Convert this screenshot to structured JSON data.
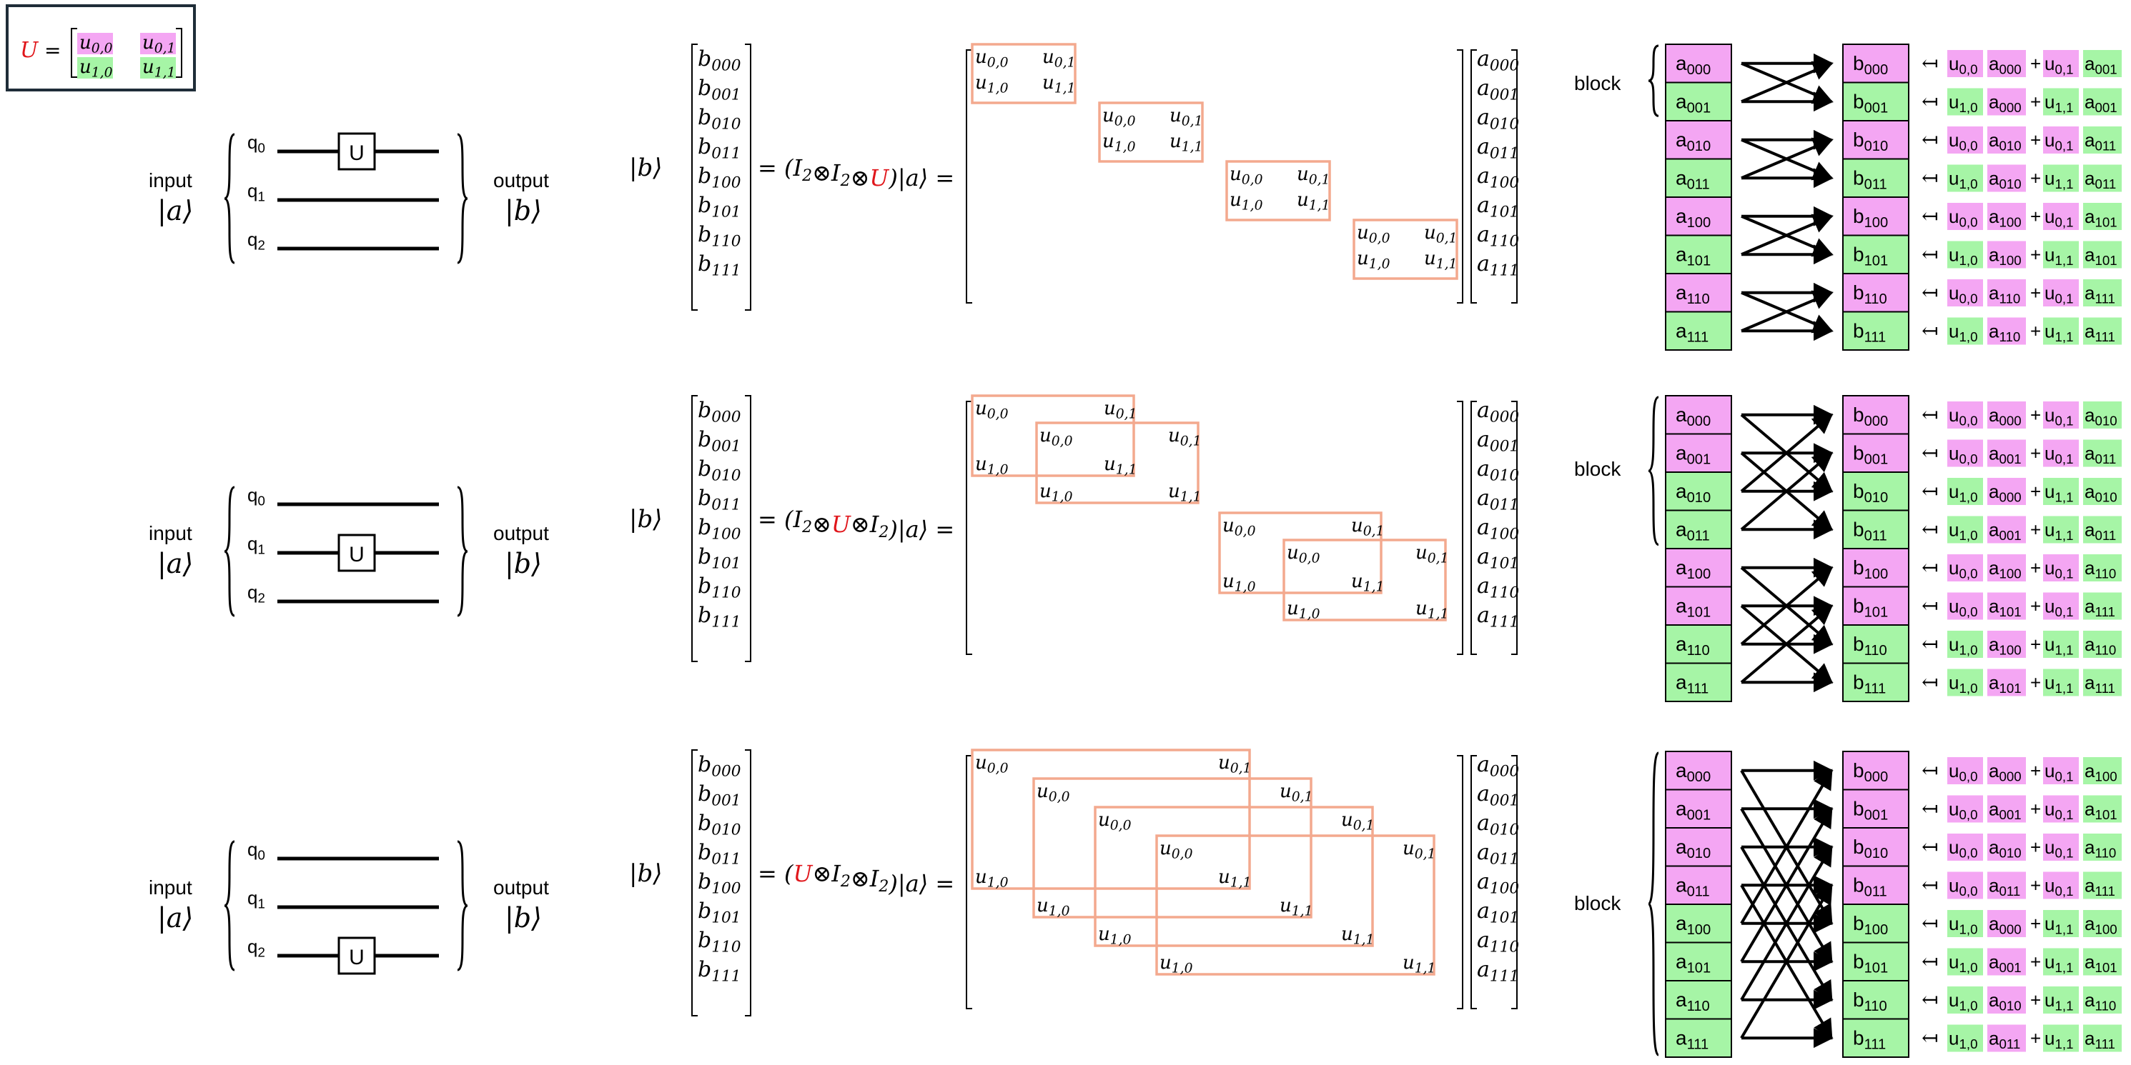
{
  "colors": {
    "magenta": "#f4a6f3",
    "green": "#a6f5a6",
    "box": "#f3a98e",
    "red": "#e0161b",
    "legend_border": "#1f2d38"
  },
  "legend": {
    "lhs": "U",
    "eq": "=",
    "entries": [
      "u0,0",
      "u0,1",
      "u1,0",
      "u1,1"
    ]
  },
  "labels": {
    "input": "input",
    "input_ket": "|a⟩",
    "output": "output",
    "output_ket": "|b⟩",
    "block": "block",
    "gate": "U",
    "arrow": "↤",
    "plus": "+"
  },
  "qubits": [
    "q0",
    "q1",
    "q2"
  ],
  "ket_b": "|b⟩",
  "ket_a": "|a⟩",
  "vec_b": [
    "b000",
    "b001",
    "b010",
    "b011",
    "b100",
    "b101",
    "b110",
    "b111"
  ],
  "vec_a": [
    "a000",
    "a001",
    "a010",
    "a011",
    "a100",
    "a101",
    "a110",
    "a111"
  ],
  "matrix_entries": [
    "u0,0",
    "u0,1",
    "u1,0",
    "u1,1"
  ],
  "rows": [
    {
      "gate_qubit": 0,
      "operator": [
        "I2",
        "⊗",
        "I2",
        "⊗",
        "U"
      ],
      "red_index": 4,
      "formulas": [
        {
          "left": "b000",
          "terms": [
            "u0,0",
            "a000",
            "u0,1",
            "a001"
          ]
        },
        {
          "left": "b001",
          "terms": [
            "u1,0",
            "a000",
            "u1,1",
            "a001"
          ]
        },
        {
          "left": "b010",
          "terms": [
            "u0,0",
            "a010",
            "u0,1",
            "a011"
          ]
        },
        {
          "left": "b011",
          "terms": [
            "u1,0",
            "a010",
            "u1,1",
            "a011"
          ]
        },
        {
          "left": "b100",
          "terms": [
            "u0,0",
            "a100",
            "u0,1",
            "a101"
          ]
        },
        {
          "left": "b101",
          "terms": [
            "u1,0",
            "a100",
            "u1,1",
            "a101"
          ]
        },
        {
          "left": "b110",
          "terms": [
            "u0,0",
            "a110",
            "u0,1",
            "a111"
          ]
        },
        {
          "left": "b111",
          "terms": [
            "u1,0",
            "a110",
            "u1,1",
            "a111"
          ]
        }
      ]
    },
    {
      "gate_qubit": 1,
      "operator": [
        "I2",
        "⊗",
        "U",
        "⊗",
        "I2"
      ],
      "red_index": 2,
      "formulas": [
        {
          "left": "b000",
          "terms": [
            "u0,0",
            "a000",
            "u0,1",
            "a010"
          ]
        },
        {
          "left": "b001",
          "terms": [
            "u0,0",
            "a001",
            "u0,1",
            "a011"
          ]
        },
        {
          "left": "b010",
          "terms": [
            "u1,0",
            "a000",
            "u1,1",
            "a010"
          ]
        },
        {
          "left": "b011",
          "terms": [
            "u1,0",
            "a001",
            "u1,1",
            "a011"
          ]
        },
        {
          "left": "b100",
          "terms": [
            "u0,0",
            "a100",
            "u0,1",
            "a110"
          ]
        },
        {
          "left": "b101",
          "terms": [
            "u0,0",
            "a101",
            "u0,1",
            "a111"
          ]
        },
        {
          "left": "b110",
          "terms": [
            "u1,0",
            "a100",
            "u1,1",
            "a110"
          ]
        },
        {
          "left": "b111",
          "terms": [
            "u1,0",
            "a101",
            "u1,1",
            "a111"
          ]
        }
      ]
    },
    {
      "gate_qubit": 2,
      "operator": [
        "U",
        "⊗",
        "I2",
        "⊗",
        "I2"
      ],
      "red_index": 0,
      "formulas": [
        {
          "left": "b000",
          "terms": [
            "u0,0",
            "a000",
            "u0,1",
            "a100"
          ]
        },
        {
          "left": "b001",
          "terms": [
            "u0,0",
            "a001",
            "u0,1",
            "a101"
          ]
        },
        {
          "left": "b010",
          "terms": [
            "u0,0",
            "a010",
            "u0,1",
            "a110"
          ]
        },
        {
          "left": "b011",
          "terms": [
            "u0,0",
            "a011",
            "u0,1",
            "a111"
          ]
        },
        {
          "left": "b100",
          "terms": [
            "u1,0",
            "a000",
            "u1,1",
            "a100"
          ]
        },
        {
          "left": "b101",
          "terms": [
            "u1,0",
            "a001",
            "u1,1",
            "a101"
          ]
        },
        {
          "left": "b110",
          "terms": [
            "u1,0",
            "a010",
            "u1,1",
            "a110"
          ]
        },
        {
          "left": "b111",
          "terms": [
            "u1,0",
            "a011",
            "u1,1",
            "a111"
          ]
        }
      ]
    }
  ]
}
